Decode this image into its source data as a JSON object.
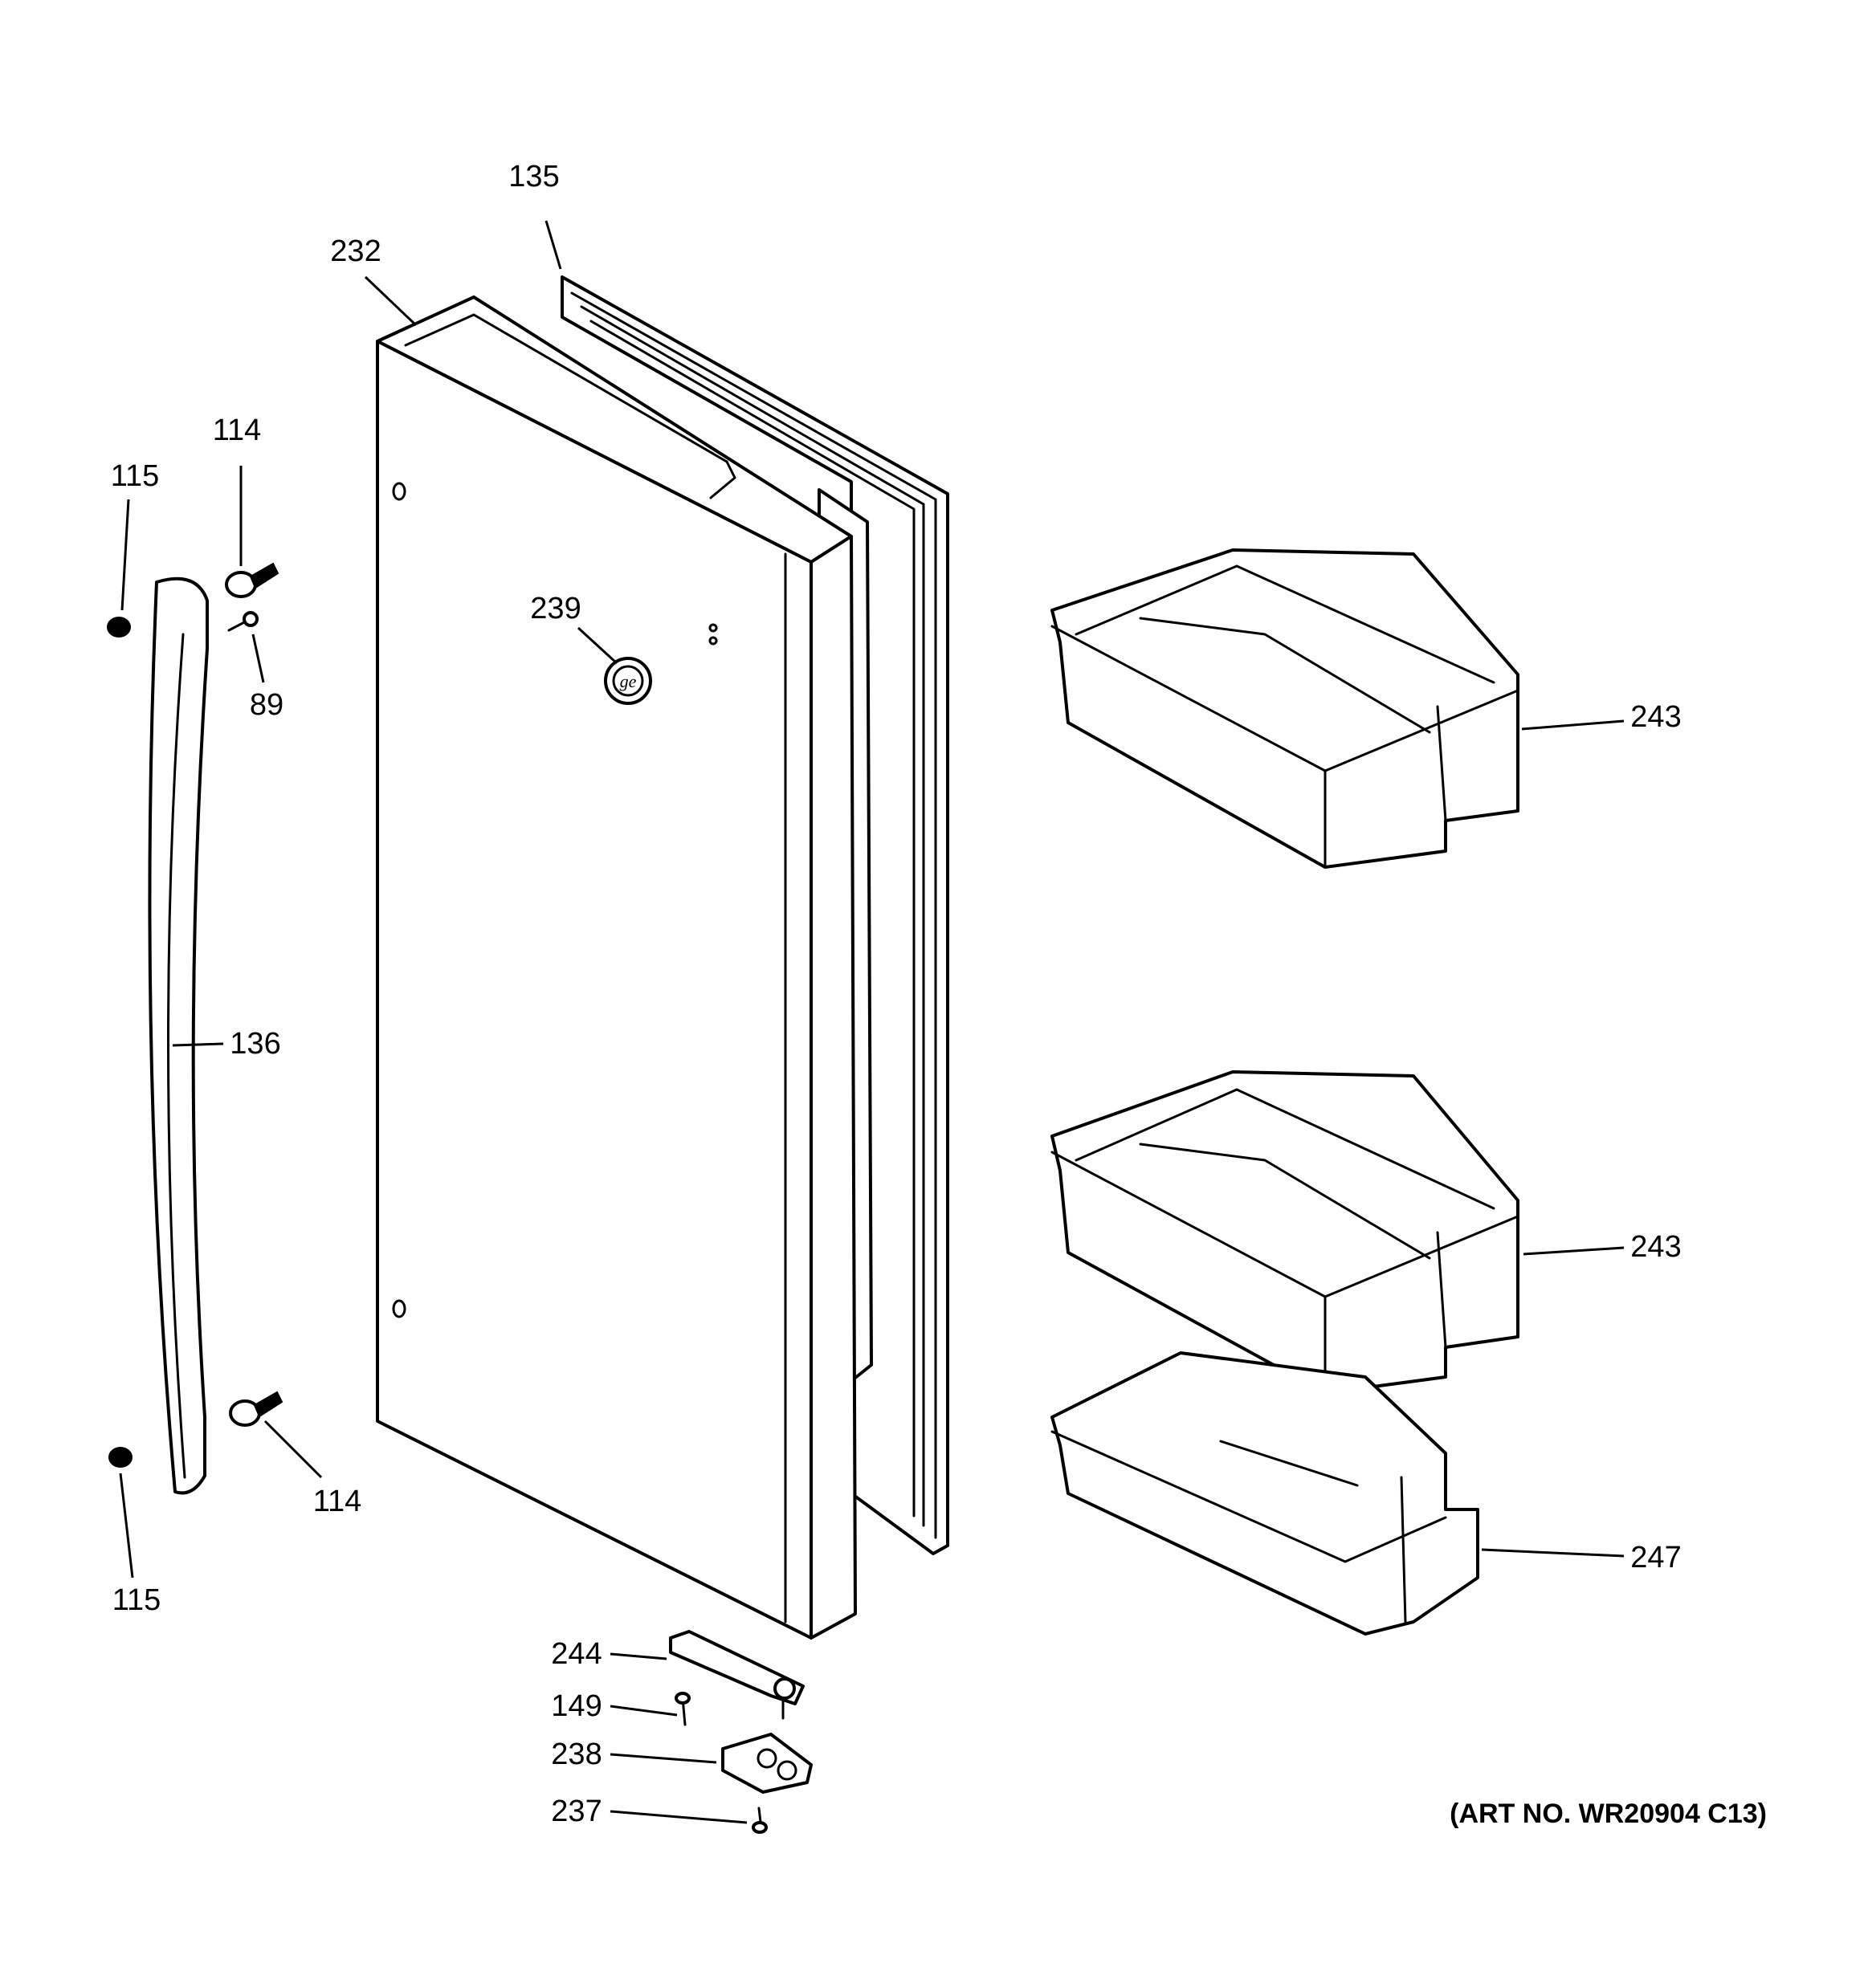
{
  "callouts": {
    "c135": "135",
    "c232": "232",
    "c114_top": "114",
    "c115_top": "115",
    "c89": "89",
    "c239": "239",
    "c243_top": "243",
    "c136": "136",
    "c243_mid": "243",
    "c114_bottom": "114",
    "c247": "247",
    "c115_bottom": "115",
    "c244": "244",
    "c149": "149",
    "c238": "238",
    "c237": "237"
  },
  "art_number": "(ART NO. WR20904 C13)"
}
